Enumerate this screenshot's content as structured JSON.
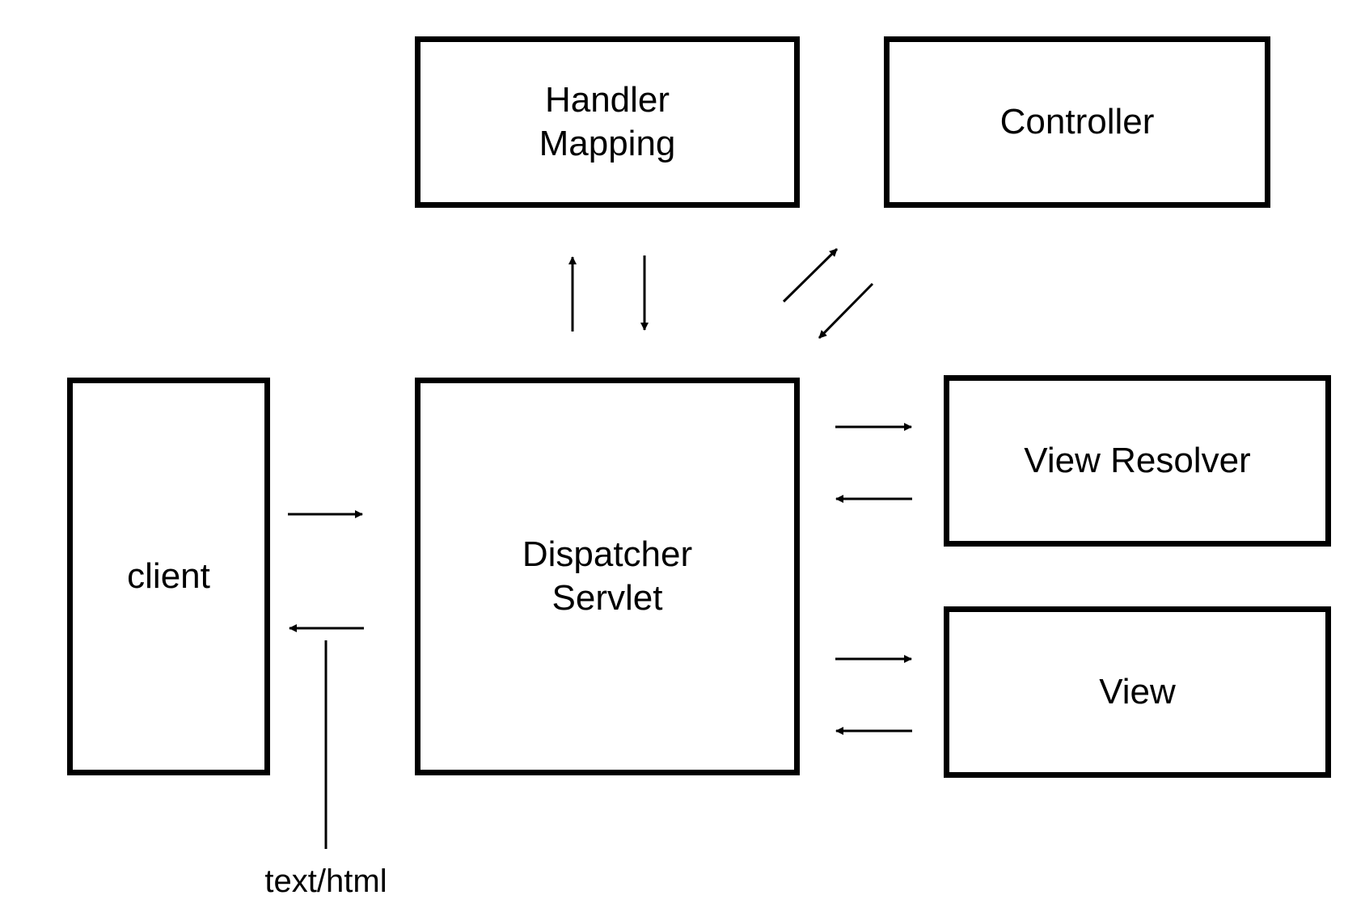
{
  "components": {
    "handler_mapping": "Handler\nMapping",
    "controller": "Controller",
    "client": "client",
    "dispatcher_servlet": "Dispatcher\nServlet",
    "view_resolver": "View Resolver",
    "view": "View"
  },
  "annotation": {
    "response_type": "text/html"
  },
  "colors": {
    "stroke": "#000000",
    "background": "#ffffff"
  }
}
